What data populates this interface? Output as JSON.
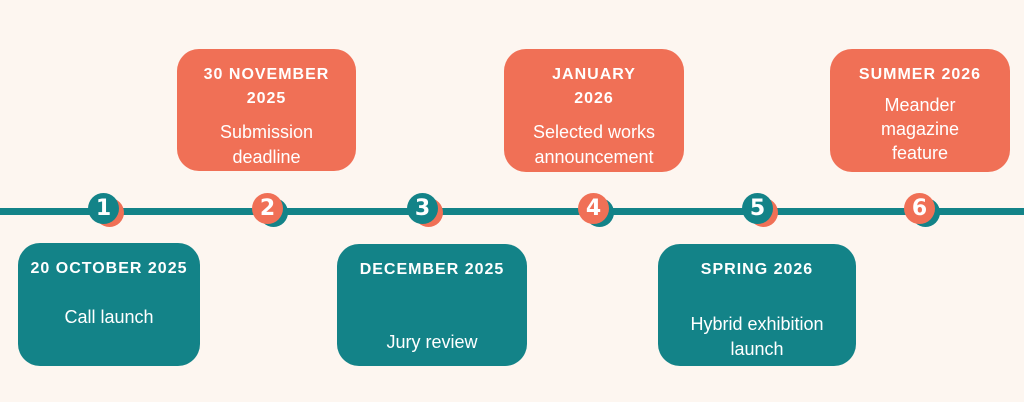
{
  "milestones": [
    {
      "number": "1",
      "date": "20 OCTOBER 2025",
      "label": "Call launch"
    },
    {
      "number": "2",
      "date": "30 NOVEMBER 2025",
      "label": "Submission deadline"
    },
    {
      "number": "3",
      "date": "DECEMBER 2025",
      "label": "Jury review"
    },
    {
      "number": "4",
      "date": "JANUARY 2026",
      "label": "Selected works announcement"
    },
    {
      "number": "5",
      "date": "SPRING 2026",
      "label": "Hybrid exhibition launch"
    },
    {
      "number": "6",
      "date": "SUMMER 2026",
      "label": "Meander magazine feature"
    }
  ],
  "colors": {
    "background": "#fdf6f0",
    "teal": "#138388",
    "coral": "#f07056"
  }
}
